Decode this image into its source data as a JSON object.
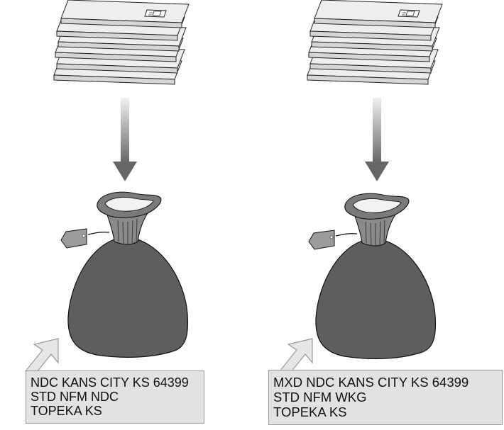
{
  "groups": [
    {
      "label_lines": [
        "NDC KANS CITY KS 64399",
        "STD NFM NDC",
        "TOPEKA KS"
      ]
    },
    {
      "label_lines": [
        "MXD NDC KANS CITY KS 64399",
        "STD NFM WKG",
        "TOPEKA  KS"
      ]
    }
  ],
  "colors": {
    "sack": "#5e5e5e",
    "sack_neck": "#8c8c8c",
    "tag": "#9c9c9c",
    "arrow_gradient_top": "#ececec",
    "arrow_gradient_bottom": "#6a6a6a",
    "label_background": "#e2e2e2",
    "label_arrow": "#e6e6e6",
    "envelope": "#eeeeee"
  },
  "icons": [
    "mail-stack-icon",
    "down-arrow-icon",
    "mail-sack-icon",
    "sack-tag-icon",
    "pointer-arrow-icon"
  ]
}
